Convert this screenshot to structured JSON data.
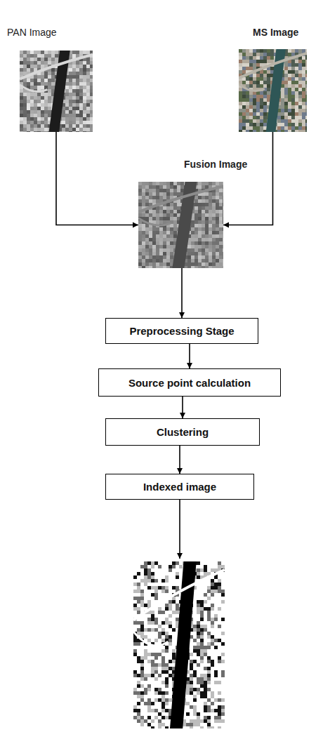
{
  "diagram": {
    "nodes": [
      {
        "text": [
          "PAN Image"
        ]
      },
      {
        "text": [
          "MS Image"
        ]
      },
      {
        "text": [
          "Fusion Image"
        ]
      },
      {
        "text": [
          "Preprocessing Stage"
        ]
      },
      {
        "text": [
          "Source point calculation"
        ]
      },
      {
        "text": [
          "Clustering"
        ]
      },
      {
        "text": [
          "Indexed image"
        ]
      }
    ],
    "edges": [
      {
        "from": 0,
        "to": 2,
        "arrow": "to"
      },
      {
        "from": 1,
        "to": 2,
        "arrow": "to"
      },
      {
        "from": 2,
        "to": 3,
        "arrow": "to"
      },
      {
        "from": 3,
        "to": 4,
        "arrow": "to"
      },
      {
        "from": 4,
        "to": 5,
        "arrow": "to"
      },
      {
        "from": 5,
        "to": 6,
        "arrow": "to"
      }
    ]
  }
}
